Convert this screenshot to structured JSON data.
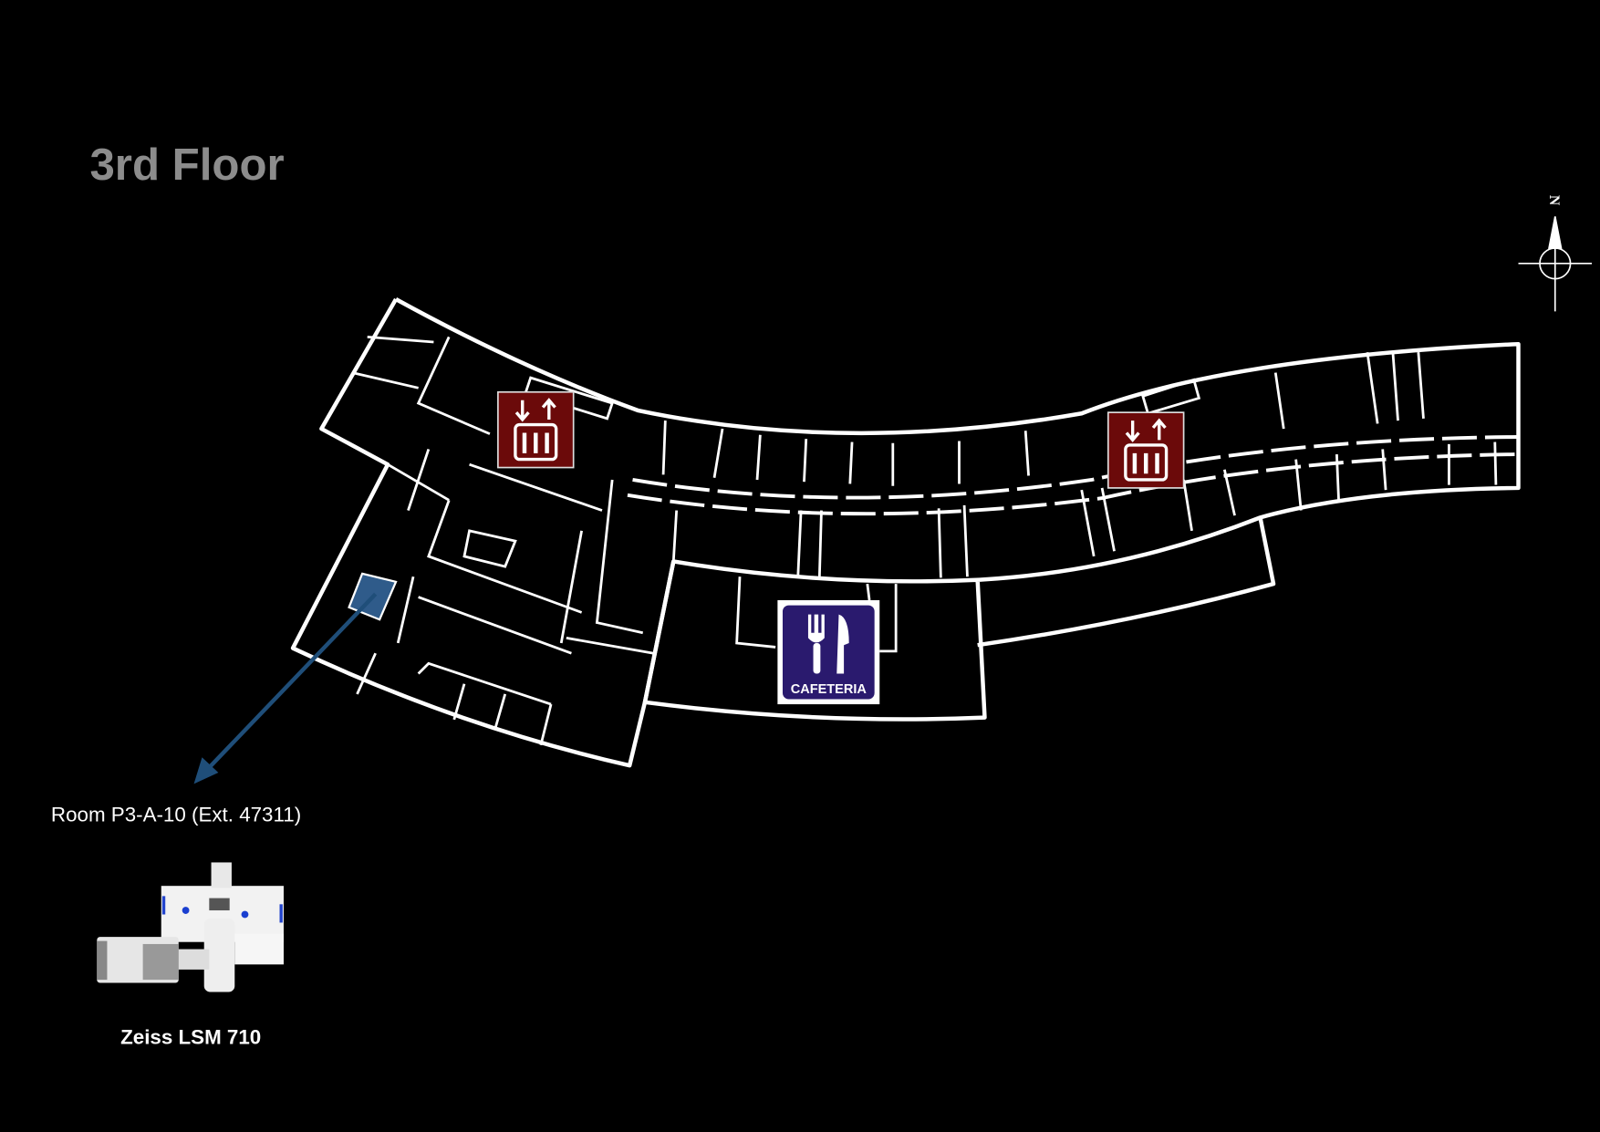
{
  "title": "3rd Floor",
  "compass": {
    "label": "N",
    "icon": "compass-rose-icon"
  },
  "signs": {
    "elevator_1": {
      "icon": "elevator-icon",
      "color": "#6b0a0a"
    },
    "elevator_2": {
      "icon": "elevator-icon",
      "color": "#6b0a0a"
    },
    "cafeteria": {
      "label": "CAFETERIA",
      "icon": "fork-knife-icon",
      "color": "#2a1a6e"
    }
  },
  "highlighted_room": {
    "color": "#2f5b8a",
    "arrow_color": "#1f4e79"
  },
  "location_label": "Room P3-A-10 (Ext. 47311)",
  "instrument": {
    "name": "Zeiss LSM 710",
    "image": "confocal-microscope-image"
  }
}
